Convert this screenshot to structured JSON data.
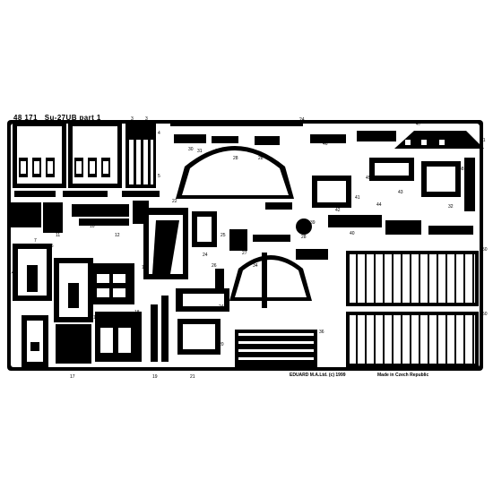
{
  "fret": {
    "product_code": "48 171",
    "title": "Su-27UB   part 1",
    "copyright": "EDUARD  M.A.Ltd. (c) 1999",
    "origin": "Made in Czech Republic"
  },
  "part_numbers": [
    "1",
    "2",
    "3",
    "4",
    "5",
    "7",
    "8",
    "9",
    "10",
    "11",
    "12",
    "13",
    "14",
    "15",
    "16",
    "17",
    "18",
    "19",
    "20",
    "21",
    "22",
    "23",
    "24",
    "25",
    "26",
    "27",
    "28",
    "29",
    "30",
    "31",
    "32",
    "33",
    "34",
    "35",
    "36",
    "37",
    "38",
    "39",
    "40",
    "41",
    "42",
    "43",
    "44",
    "45",
    "46",
    "47",
    "48",
    "49",
    "50"
  ],
  "colors": {
    "metal": "#000000",
    "background": "#ffffff",
    "cutout": "#ffffff"
  }
}
